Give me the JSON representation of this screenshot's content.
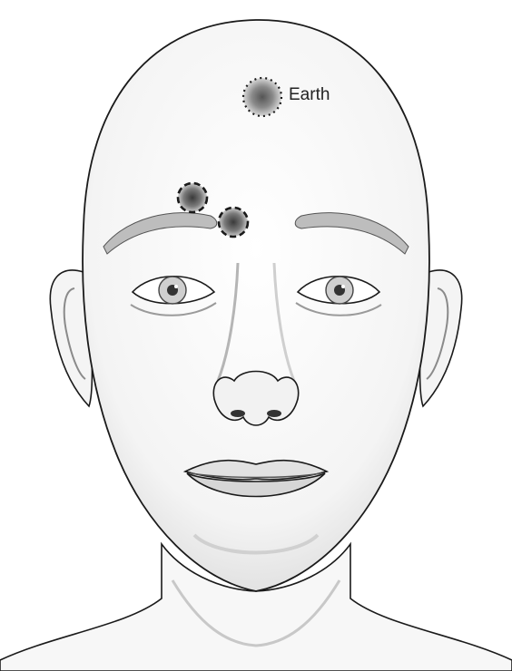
{
  "figure": {
    "point_label": "Earth",
    "points": [
      {
        "id": "earth-point",
        "style": "dotted"
      },
      {
        "id": "forehead-point-left",
        "style": "dashed"
      },
      {
        "id": "forehead-point-right",
        "style": "dashed"
      }
    ]
  },
  "colors": {
    "outline": "#1a1a1a",
    "point_fill": "#555555",
    "skin_shade": "#e6e6e6"
  }
}
